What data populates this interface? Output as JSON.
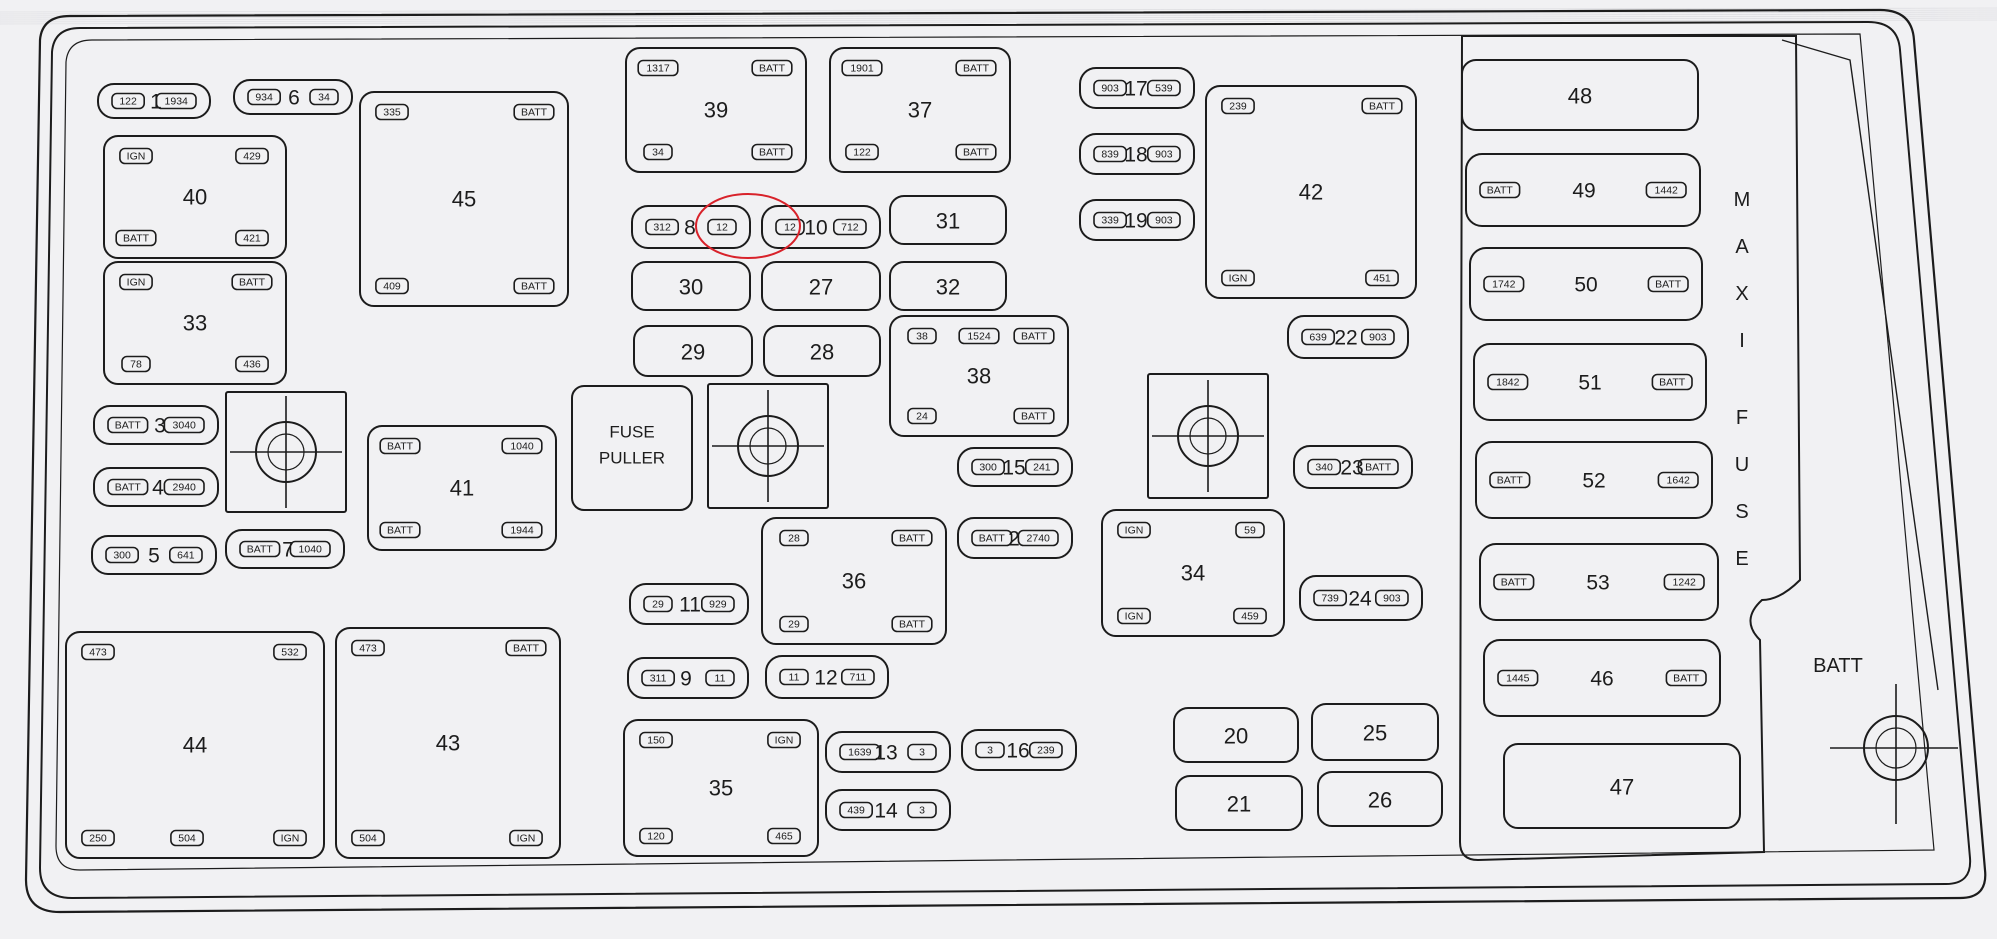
{
  "diagram": {
    "fuse_puller_label": [
      "FUSE",
      "PULLER"
    ],
    "maxi_fuse_label": [
      "M",
      "A",
      "X",
      "I",
      "F",
      "U",
      "S",
      "E"
    ],
    "batt_label": "BATT",
    "highlight": "12",
    "components": [
      {
        "id": "1",
        "left": "122",
        "right": "1934"
      },
      {
        "id": "6",
        "left": "934",
        "right": "34"
      },
      {
        "id": "40",
        "tl": "IGN",
        "tr": "429",
        "bl": "BATT",
        "br": "421"
      },
      {
        "id": "33",
        "tl": "IGN",
        "tr": "BATT",
        "bl": "78",
        "br": "436"
      },
      {
        "id": "3",
        "left": "BATT",
        "right": "3040"
      },
      {
        "id": "4",
        "left": "BATT",
        "right": "2940"
      },
      {
        "id": "5",
        "left": "300",
        "right": "641"
      },
      {
        "id": "7",
        "left": "BATT",
        "right": "1040"
      },
      {
        "id": "45",
        "tl": "335",
        "tr": "BATT",
        "bl": "409",
        "br": "BATT"
      },
      {
        "id": "41",
        "tl": "BATT",
        "tr": "1040",
        "bl": "BATT",
        "br": "1944"
      },
      {
        "id": "44",
        "tl": "473",
        "tr": "532",
        "bl": "250",
        "bm": "504",
        "br": "IGN"
      },
      {
        "id": "43",
        "tl": "473",
        "tr": "BATT",
        "bl": "504",
        "br": "IGN"
      },
      {
        "id": "39",
        "tl": "1317",
        "tr": "BATT",
        "bl": "34",
        "br": "BATT"
      },
      {
        "id": "37",
        "tl": "1901",
        "tr": "BATT",
        "bl": "122",
        "br": "BATT"
      },
      {
        "id": "8",
        "left": "312",
        "right": "12"
      },
      {
        "id": "10",
        "left": "12",
        "right": "712"
      },
      {
        "id": "31"
      },
      {
        "id": "30"
      },
      {
        "id": "27"
      },
      {
        "id": "32"
      },
      {
        "id": "29"
      },
      {
        "id": "28"
      },
      {
        "id": "38",
        "tl": "38",
        "tm": "1524",
        "tr": "BATT",
        "bl": "24",
        "br": "BATT"
      },
      {
        "id": "15",
        "left": "300",
        "right": "241"
      },
      {
        "id": "2",
        "left": "BATT",
        "right": "2740"
      },
      {
        "id": "36",
        "tl": "28",
        "tr": "BATT",
        "bl": "29",
        "br": "BATT"
      },
      {
        "id": "11",
        "left": "29",
        "right": "929"
      },
      {
        "id": "9",
        "left": "311",
        "right": "11"
      },
      {
        "id": "12",
        "left": "11",
        "right": "711"
      },
      {
        "id": "35",
        "tl": "150",
        "tr": "IGN",
        "bl": "120",
        "br": "465"
      },
      {
        "id": "13",
        "left": "1639",
        "right": "3"
      },
      {
        "id": "14",
        "left": "439",
        "right": "3"
      },
      {
        "id": "16",
        "left": "3",
        "right": "239"
      },
      {
        "id": "17",
        "left": "903",
        "right": "539"
      },
      {
        "id": "18",
        "left": "839",
        "right": "903"
      },
      {
        "id": "19",
        "left": "339",
        "right": "903"
      },
      {
        "id": "42",
        "tl": "239",
        "tr": "BATT",
        "bl": "IGN",
        "br": "451"
      },
      {
        "id": "22",
        "left": "639",
        "right": "903"
      },
      {
        "id": "23",
        "left": "340",
        "right": "BATT"
      },
      {
        "id": "34",
        "tl": "IGN",
        "tr": "59",
        "bl": "IGN",
        "br": "459"
      },
      {
        "id": "24",
        "left": "739",
        "right": "903"
      },
      {
        "id": "20"
      },
      {
        "id": "25"
      },
      {
        "id": "21"
      },
      {
        "id": "26"
      },
      {
        "id": "48"
      },
      {
        "id": "49",
        "left": "BATT",
        "right": "1442"
      },
      {
        "id": "50",
        "left": "1742",
        "right": "BATT"
      },
      {
        "id": "51",
        "left": "1842",
        "right": "BATT"
      },
      {
        "id": "52",
        "left": "BATT",
        "right": "1642"
      },
      {
        "id": "53",
        "left": "BATT",
        "right": "1242"
      },
      {
        "id": "46",
        "left": "1445",
        "right": "BATT"
      },
      {
        "id": "47"
      }
    ]
  }
}
